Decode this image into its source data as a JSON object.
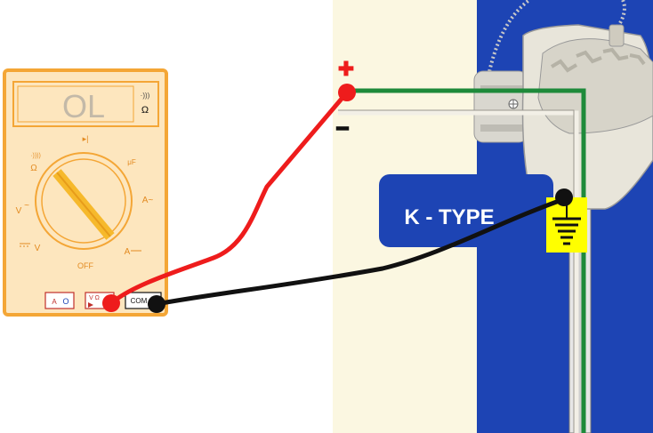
{
  "multimeter": {
    "display_value": "OL",
    "display_unit": "Ω",
    "continuity_symbol": "·)))",
    "dial_labels": {
      "diode": "▸|",
      "continuity": "·))))",
      "ohm": "Ω",
      "capacitance": "μF",
      "v_ac": "V",
      "ac_tilde": "~",
      "v_dc": "V",
      "off": "OFF",
      "a_ac": "A~",
      "a_dc": "A"
    },
    "jacks": {
      "a_label": "A",
      "a_symbol": "O",
      "vohm_label": "V Ω",
      "com_label": "COM"
    }
  },
  "terminals": {
    "positive": "✚",
    "negative": "━"
  },
  "thermocouple": {
    "type_label": "K - TYPE"
  },
  "colors": {
    "meter_border": "#f4a636",
    "meter_body": "#fde6be",
    "probe_red": "#ee1c1c",
    "probe_black": "#111111",
    "wire_green": "#1e8a3a",
    "panel_blue": "#1d44b4",
    "cream_strip": "#fbf7e1",
    "ground_yellow": "#ffff00"
  },
  "icons": {
    "ground": "ground-symbol-icon",
    "screw": "screw-terminal-icon"
  }
}
